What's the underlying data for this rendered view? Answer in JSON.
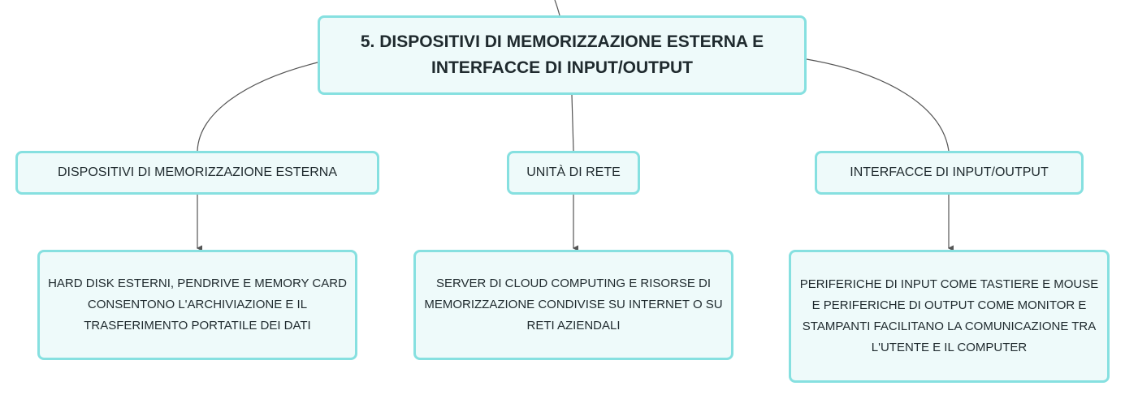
{
  "root": {
    "title": "5. DISPOSITIVI DI MEMORIZZAZIONE ESTERNA E INTERFACCE DI INPUT/OUTPUT"
  },
  "branches": [
    {
      "label": "DISPOSITIVI DI MEMORIZZAZIONE ESTERNA",
      "detail": "HARD DISK ESTERNI, PENDRIVE E MEMORY CARD CONSENTONO L'ARCHIVIAZIONE E IL TRASFERIMENTO PORTATILE DEI DATI"
    },
    {
      "label": "UNITÀ DI RETE",
      "detail": "SERVER DI CLOUD COMPUTING E RISORSE DI MEMORIZZAZIONE CONDIVISE SU INTERNET O SU RETI AZIENDALI"
    },
    {
      "label": "INTERFACCE DI INPUT/OUTPUT",
      "detail": "PERIFERICHE DI INPUT COME TASTIERE E MOUSE E PERIFERICHE DI OUTPUT COME MONITOR E STAMPANTI FACILITANO LA COMUNICAZIONE TRA L'UTENTE E IL COMPUTER"
    }
  ],
  "colors": {
    "node_border": "#86e0e0",
    "node_fill": "#eefafa",
    "connector": "#555555"
  }
}
